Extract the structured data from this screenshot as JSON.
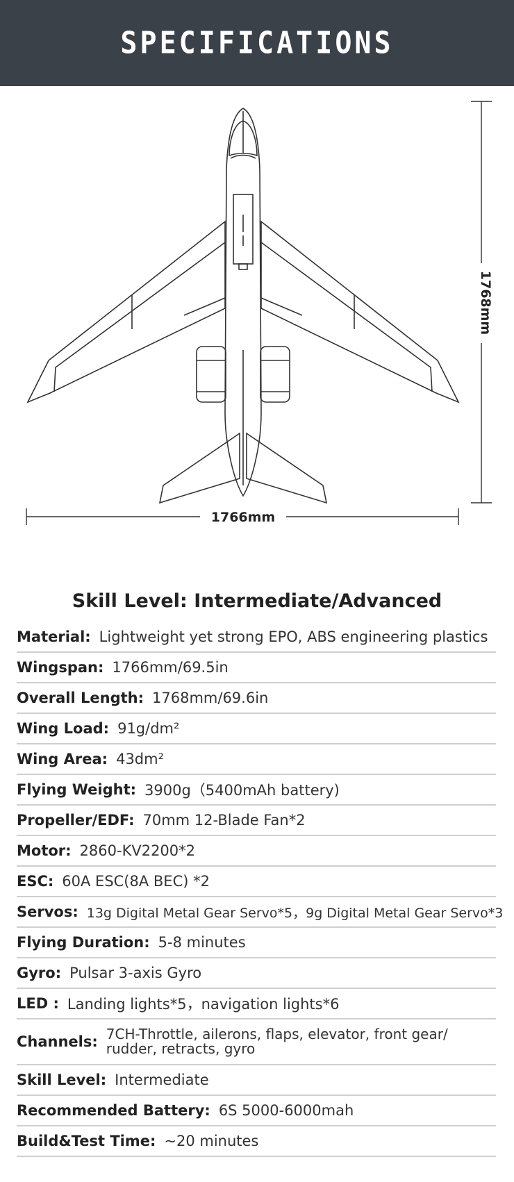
{
  "header": {
    "title": "SPECIFICATIONS"
  },
  "diagram": {
    "width_label": "1766mm",
    "length_label": "1768mm"
  },
  "skill_heading": "Skill Level: Intermediate/Advanced",
  "specs": [
    {
      "label": "Material:",
      "value": "Lightweight yet strong EPO, ABS engineering plastics"
    },
    {
      "label": "Wingspan:",
      "value": "1766mm/69.5in"
    },
    {
      "label": "Overall Length:",
      "value": "1768mm/69.6in"
    },
    {
      "label": "Wing Load:",
      "value": "91g/dm²"
    },
    {
      "label": "Wing Area:",
      "value": "43dm²"
    },
    {
      "label": "Flying Weight:",
      "value": "3900g（5400mAh battery)"
    },
    {
      "label": "Propeller/EDF:",
      "value": "70mm 12-Blade Fan*2"
    },
    {
      "label": "Motor:",
      "value": "2860-KV2200*2"
    },
    {
      "label": "ESC:",
      "value": "60A ESC(8A BEC) *2"
    },
    {
      "label": "Servos:",
      "value": "13g Digital Metal Gear Servo*5，9g Digital Metal Gear Servo*3"
    },
    {
      "label": "Flying Duration:",
      "value": "5-8 minutes"
    },
    {
      "label": "Gyro:",
      "value": "Pulsar 3-axis Gyro"
    },
    {
      "label": "LED :",
      "value": "Landing lights*5，navigation lights*6"
    },
    {
      "label": "Channels:",
      "value": "7CH-Throttle, ailerons, flaps, elevator, front gear/ rudder, retracts, gyro"
    },
    {
      "label": "Skill Level:",
      "value": "Intermediate"
    },
    {
      "label": "Recommended Battery:",
      "value": "6S 5000-6000mah"
    },
    {
      "label": "Build&Test Time:",
      "value": "~20 minutes"
    }
  ]
}
